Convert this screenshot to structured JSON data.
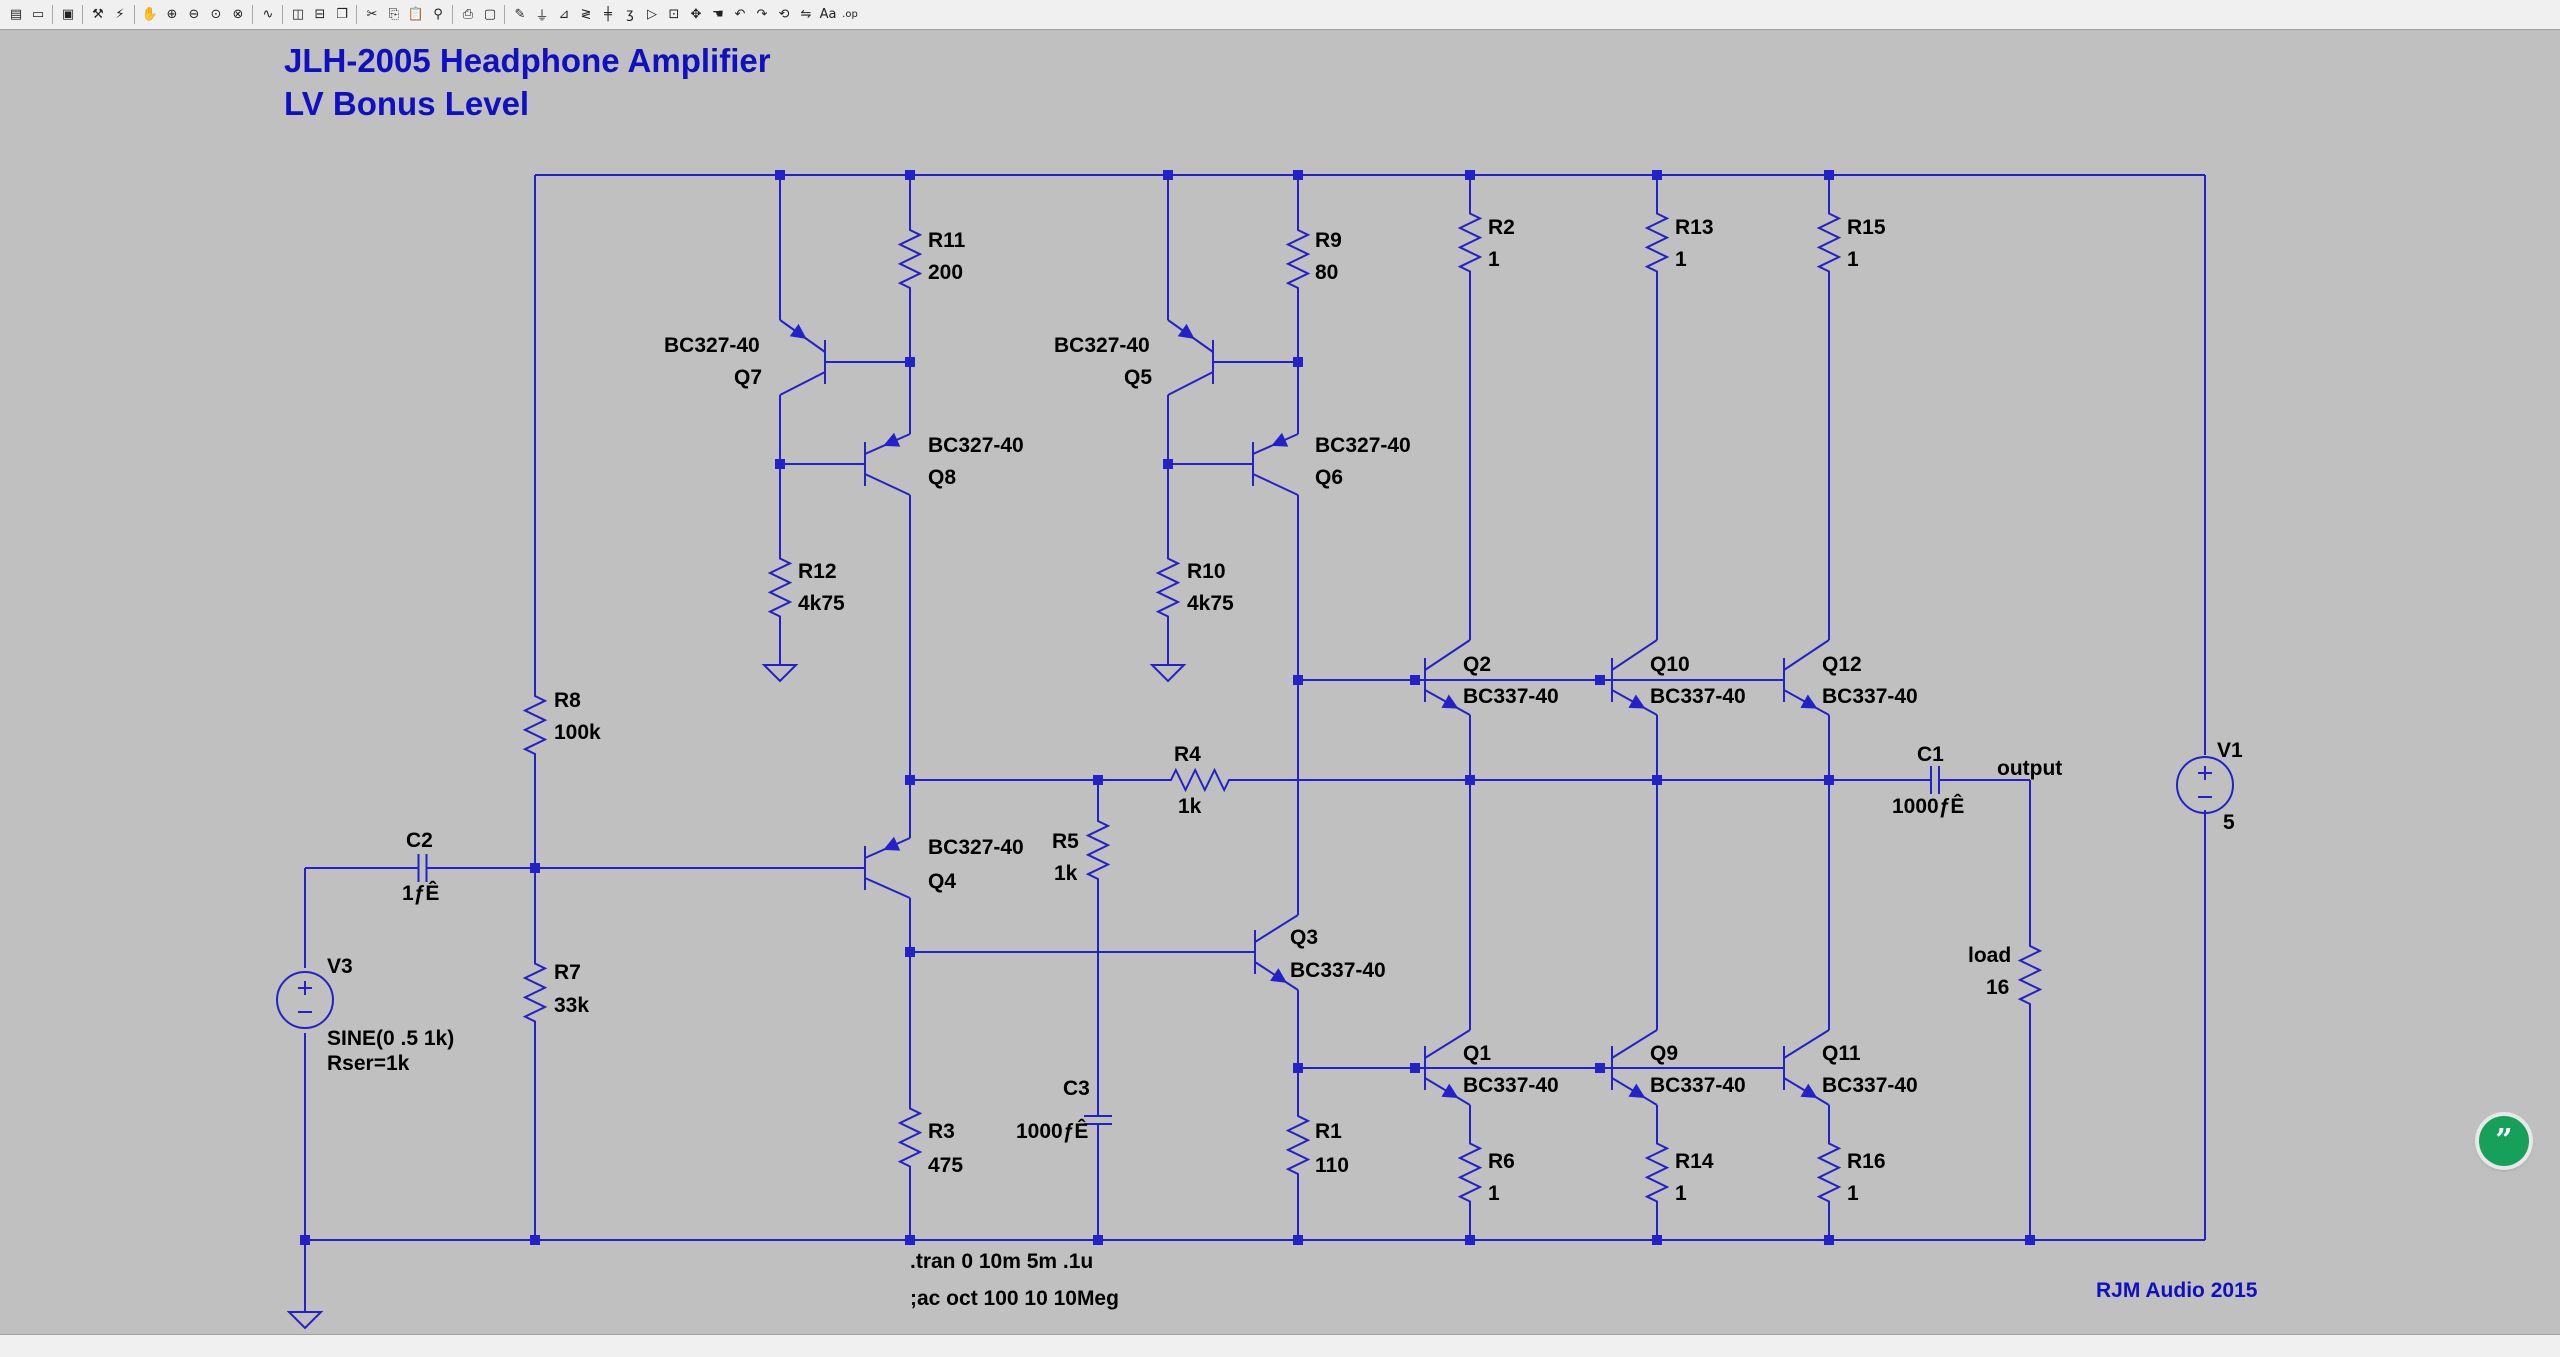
{
  "title": {
    "line1": "JLH-2005 Headphone Amplifier",
    "line2": "LV Bonus Level"
  },
  "credit": "RJM Audio 2015",
  "colors": {
    "wire": "#2222c8",
    "title": "#1010c0",
    "background": "#c0c0c0",
    "chat": "#16a05a"
  },
  "toolbar": {
    "icons": [
      "new-schematic-icon",
      "open-icon",
      "save-icon",
      "control-panel-icon",
      "run-icon",
      "halt-icon",
      "zoom-in-icon",
      "zoom-out-icon",
      "zoom-fit-icon",
      "zoom-cancel-icon",
      "waveform-icon",
      "tile-vertical-icon",
      "tile-horizontal-icon",
      "cascade-icon",
      "cut-icon",
      "copy-icon",
      "paste-icon",
      "find-icon",
      "print-icon",
      "print-preview-icon",
      "draw-wire-icon",
      "ground-icon",
      "label-net-icon",
      "resistor-icon",
      "capacitor-icon",
      "inductor-icon",
      "diode-icon",
      "component-icon",
      "move-icon",
      "drag-icon",
      "undo-icon",
      "redo-icon",
      "rotate-icon",
      "mirror-icon",
      "text-icon",
      "spice-directive-icon"
    ],
    "text_label": "Aa",
    "op_label": ".op"
  },
  "components": {
    "R11": {
      "name": "R11",
      "value": "200"
    },
    "R9": {
      "name": "R9",
      "value": "80"
    },
    "R2": {
      "name": "R2",
      "value": "1"
    },
    "R13": {
      "name": "R13",
      "value": "1"
    },
    "R15": {
      "name": "R15",
      "value": "1"
    },
    "Q7": {
      "name": "Q7",
      "model": "BC327-40"
    },
    "Q8": {
      "name": "Q8",
      "model": "BC327-40"
    },
    "Q5": {
      "name": "Q5",
      "model": "BC327-40"
    },
    "Q6": {
      "name": "Q6",
      "model": "BC327-40"
    },
    "R12": {
      "name": "R12",
      "value": "4k75"
    },
    "R10": {
      "name": "R10",
      "value": "4k75"
    },
    "Q2": {
      "name": "Q2",
      "model": "BC337-40"
    },
    "Q10": {
      "name": "Q10",
      "model": "BC337-40"
    },
    "Q12": {
      "name": "Q12",
      "model": "BC337-40"
    },
    "R8": {
      "name": "R8",
      "value": "100k"
    },
    "R4": {
      "name": "R4",
      "value": "1k"
    },
    "C1": {
      "name": "C1",
      "value": "1000ƒÊ"
    },
    "output": "output",
    "V1": {
      "name": "V1",
      "value": "5"
    },
    "C2": {
      "name": "C2",
      "value": "1ƒÊ"
    },
    "Q4": {
      "name": "Q4",
      "model": "BC327-40"
    },
    "R5": {
      "name": "R5",
      "value": "1k"
    },
    "Q3": {
      "name": "Q3",
      "model": "BC337-40"
    },
    "V3": {
      "name": "V3",
      "value": "SINE(0 .5 1k)",
      "rser": "Rser=1k"
    },
    "R7": {
      "name": "R7",
      "value": "33k"
    },
    "load": {
      "name": "load",
      "value": "16"
    },
    "C3": {
      "name": "C3",
      "value": "1000ƒÊ"
    },
    "Q1": {
      "name": "Q1",
      "model": "BC337-40"
    },
    "Q9": {
      "name": "Q9",
      "model": "BC337-40"
    },
    "Q11": {
      "name": "Q11",
      "model": "BC337-40"
    },
    "R3": {
      "name": "R3",
      "value": "475"
    },
    "R1": {
      "name": "R1",
      "value": "110"
    },
    "R6": {
      "name": "R6",
      "value": "1"
    },
    "R14": {
      "name": "R14",
      "value": "1"
    },
    "R16": {
      "name": "R16",
      "value": "1"
    }
  },
  "directives": {
    "tran": ".tran 0 10m 5m .1u",
    "ac": ";ac oct 100 10 10Meg"
  }
}
